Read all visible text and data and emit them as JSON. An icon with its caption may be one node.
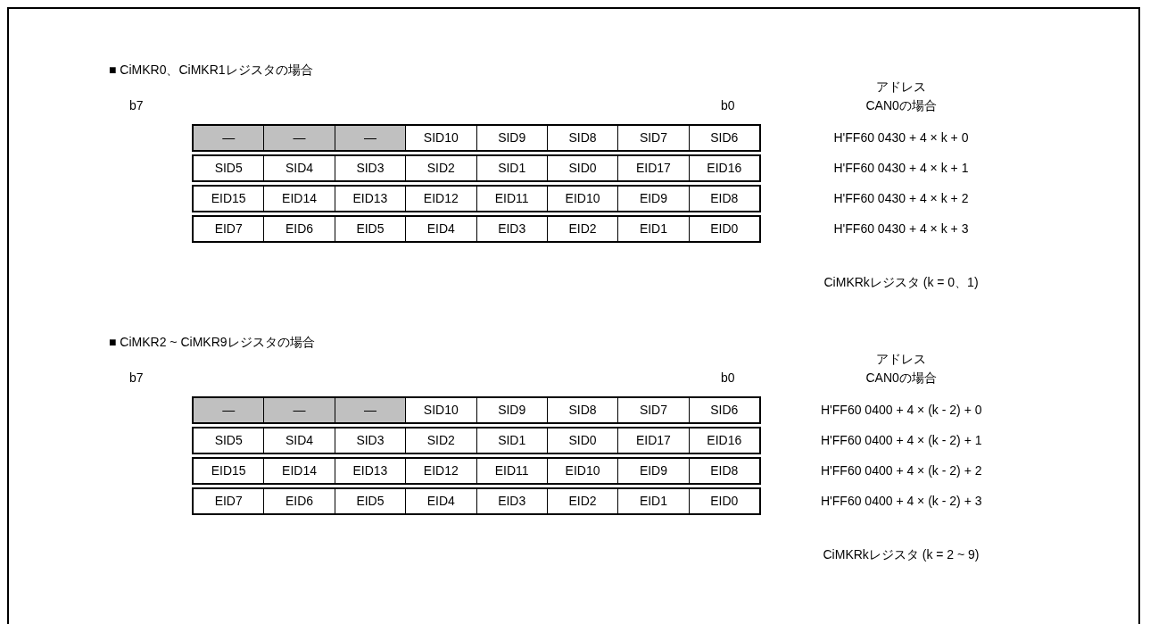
{
  "diagram": {
    "labels": [
      "■ CiMKR0、CiMKR1レジスタの場合",
      "アドレス",
      "b7",
      "b0",
      "CAN0の場合",
      "—",
      "—",
      "—",
      "SID10",
      "SID9",
      "SID8",
      "SID7",
      "SID6",
      "H'FF60 0430 + 4 × k + 0",
      "SID5",
      "SID4",
      "SID3",
      "SID2",
      "SID1",
      "SID0",
      "EID17",
      "EID16",
      "H'FF60 0430 + 4 × k + 1",
      "EID15",
      "EID14",
      "EID13",
      "EID12",
      "EID11",
      "EID10",
      "EID9",
      "EID8",
      "H'FF60 0430 + 4 × k + 2",
      "EID7",
      "EID6",
      "EID5",
      "EID4",
      "EID3",
      "EID2",
      "EID1",
      "EID0",
      "H'FF60 0430 + 4 × k + 3",
      "CiMKRkレジスタ (k = 0、1)",
      "■ CiMKR2 ~ CiMKR9レジスタの場合",
      "アドレス",
      "b7",
      "b0",
      "CAN0の場合",
      "—",
      "—",
      "—",
      "SID10",
      "SID9",
      "SID8",
      "SID7",
      "SID6",
      "H'FF60 0400 + 4 × (k - 2) + 0",
      "SID5",
      "SID4",
      "SID3",
      "SID2",
      "SID1",
      "SID0",
      "EID17",
      "EID16",
      "H'FF60 0400 + 4 × (k - 2) + 1",
      "EID15",
      "EID14",
      "EID13",
      "EID12",
      "EID11",
      "EID10",
      "EID9",
      "EID8",
      "H'FF60 0400 + 4 × (k - 2) + 2",
      "EID7",
      "EID6",
      "EID5",
      "EID4",
      "EID3",
      "EID2",
      "EID1",
      "EID0",
      "H'FF60 0400 + 4 × (k - 2) + 3",
      "CiMKRkレジスタ (k = 2 ~ 9)"
    ]
  }
}
